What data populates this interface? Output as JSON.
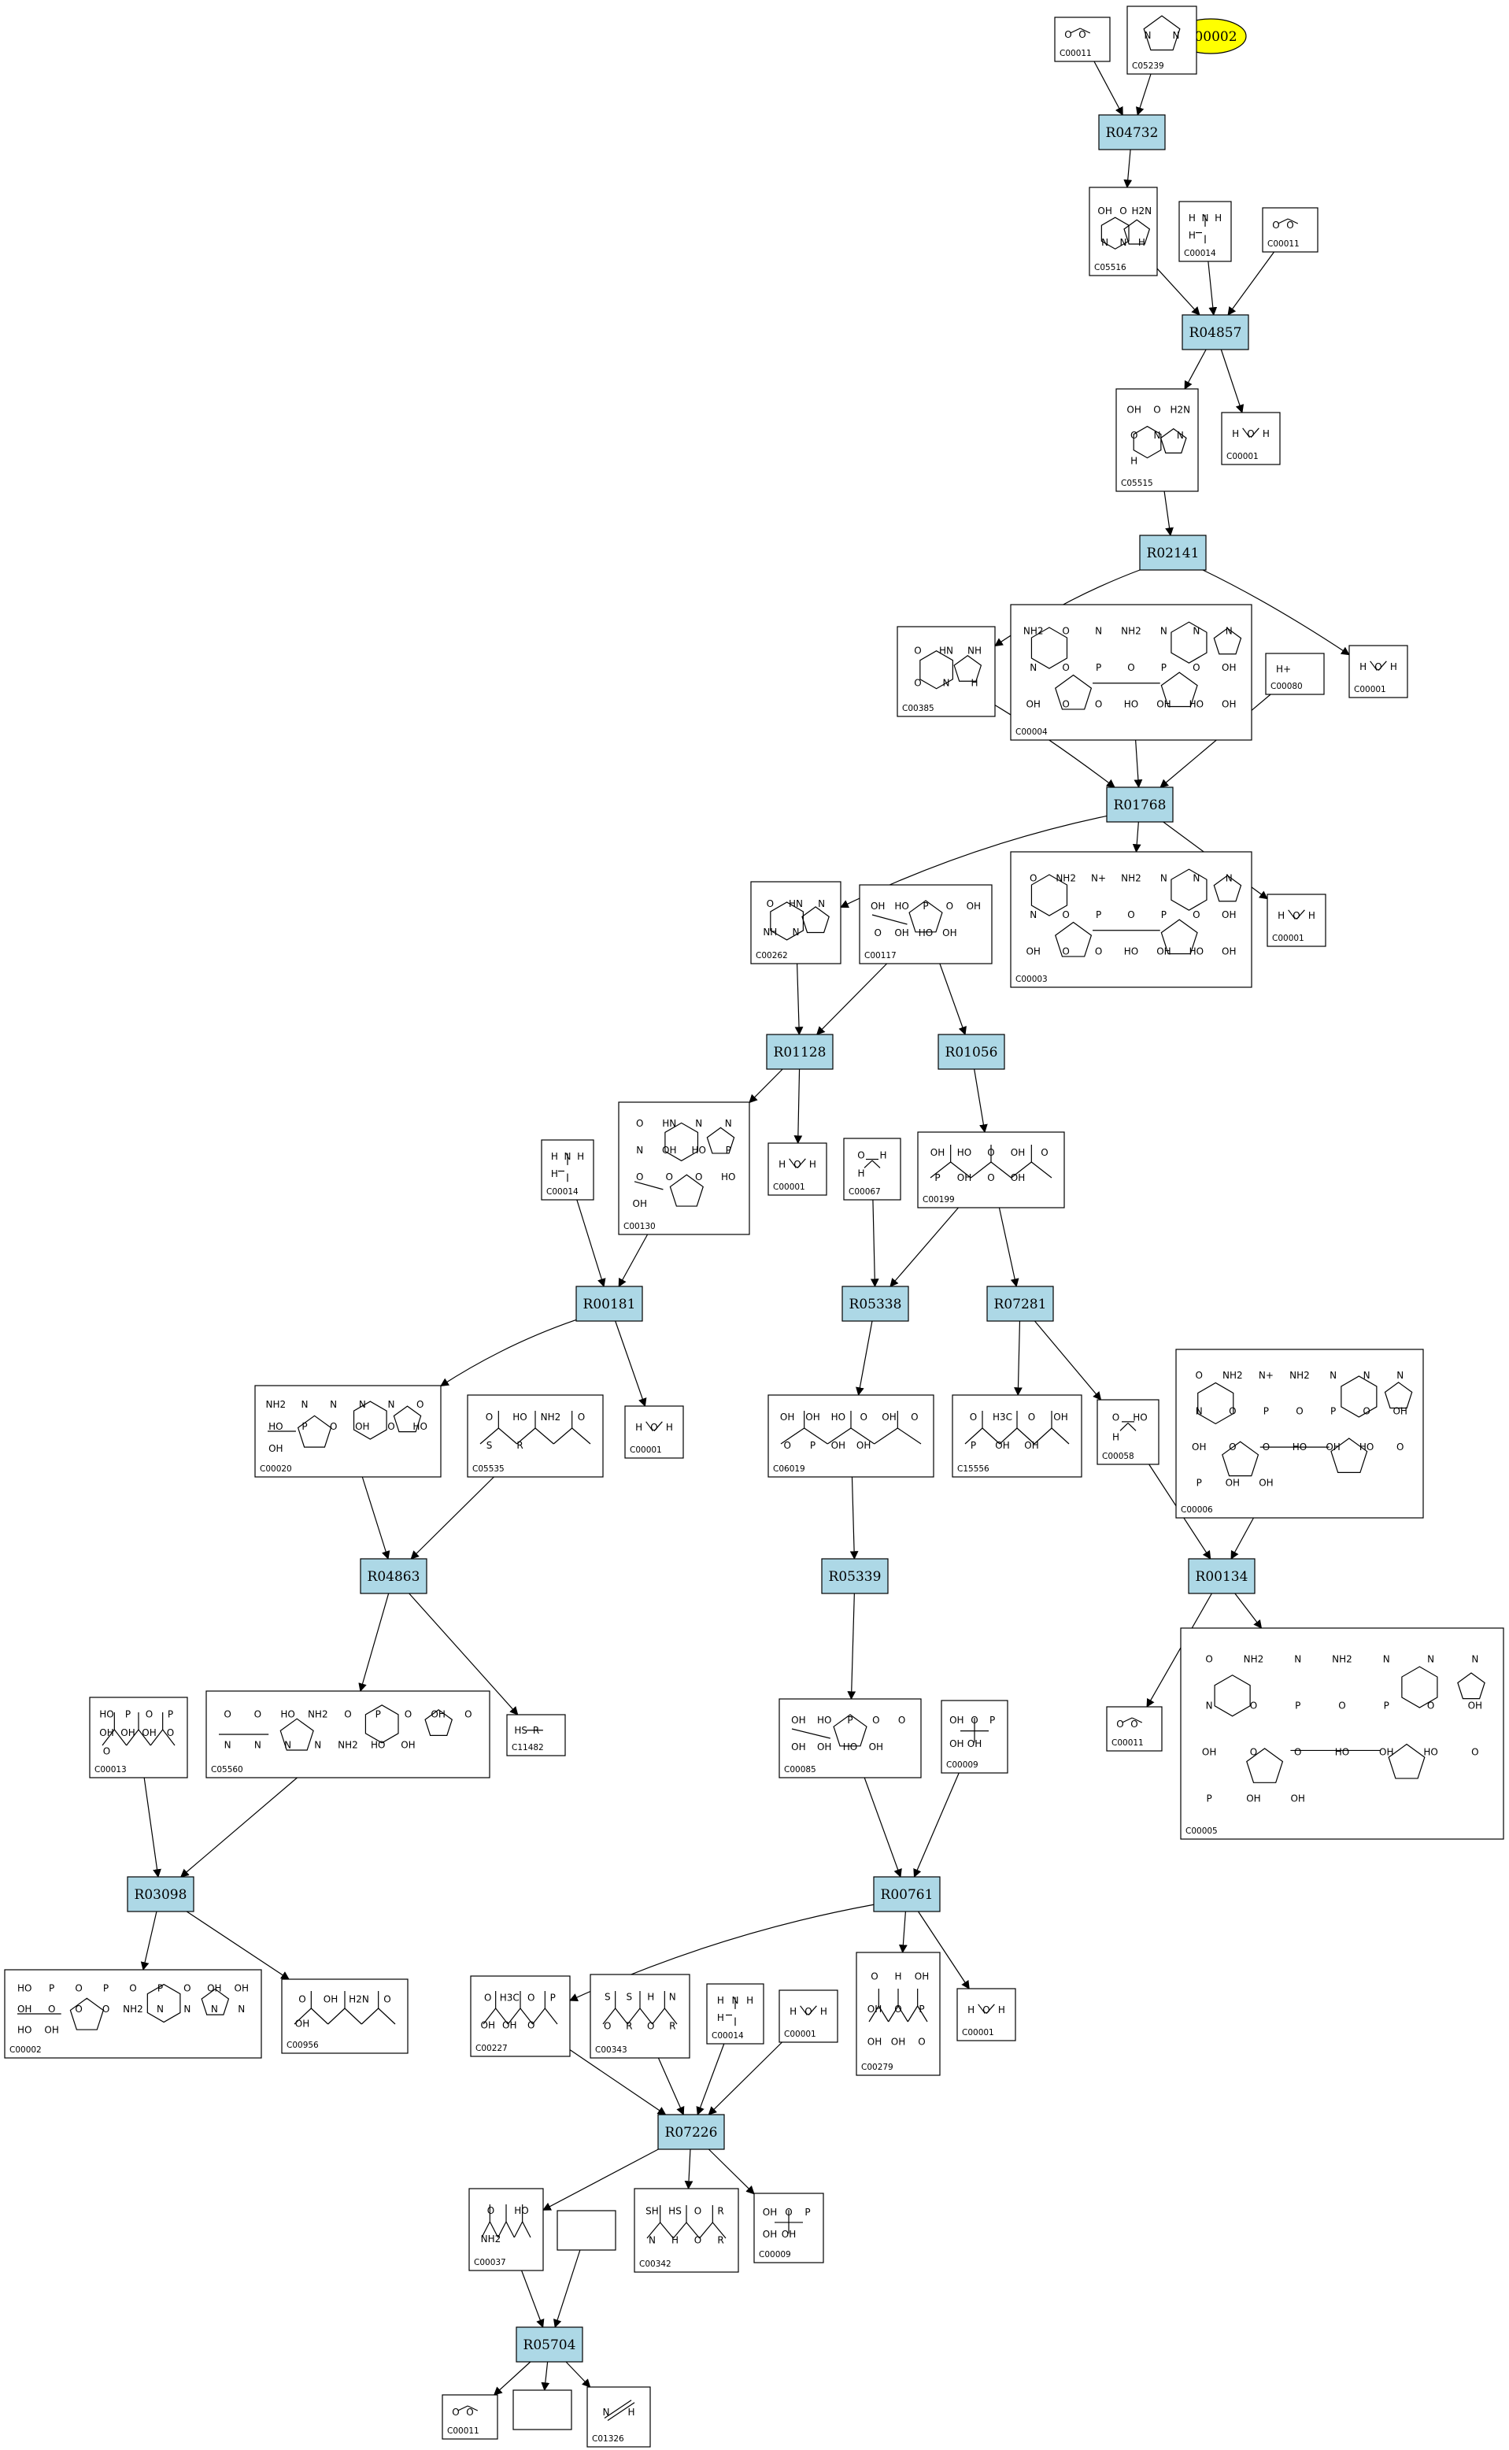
{
  "highlight": {
    "label": "C00002",
    "color": "#ffff00"
  },
  "reactions": [
    {
      "id": "R04732"
    },
    {
      "id": "R04857"
    },
    {
      "id": "R02141"
    },
    {
      "id": "R01768"
    },
    {
      "id": "R01128"
    },
    {
      "id": "R01056"
    },
    {
      "id": "R00181"
    },
    {
      "id": "R05338"
    },
    {
      "id": "R07281"
    },
    {
      "id": "R04863"
    },
    {
      "id": "R05339"
    },
    {
      "id": "R00134"
    },
    {
      "id": "R03098"
    },
    {
      "id": "R00761"
    },
    {
      "id": "R07226"
    },
    {
      "id": "R05704"
    }
  ],
  "compounds": [
    {
      "id": "C00011",
      "key": "c00011_a",
      "atoms": [
        "O",
        "O"
      ]
    },
    {
      "id": "C05239",
      "key": "c05239",
      "atoms": [
        "N",
        "N"
      ]
    },
    {
      "id": "C05516",
      "key": "c05516",
      "atoms": [
        "OH",
        "O",
        "H2N",
        "N",
        "N",
        "H"
      ]
    },
    {
      "id": "C00014",
      "key": "c00014_a",
      "atoms": [
        "H",
        "N",
        "H",
        "H"
      ]
    },
    {
      "id": "C00011",
      "key": "c00011_b",
      "atoms": [
        "O",
        "O"
      ]
    },
    {
      "id": "C05515",
      "key": "c05515",
      "atoms": [
        "OH",
        "O",
        "H2N",
        "O",
        "N",
        "N",
        "H"
      ]
    },
    {
      "id": "C00001",
      "key": "c00001_a",
      "atoms": [
        "H",
        "O",
        "H"
      ]
    },
    {
      "id": "C00385",
      "key": "c00385",
      "atoms": [
        "O",
        "HN",
        "NH",
        "O",
        "N",
        "H"
      ]
    },
    {
      "id": "C00004",
      "key": "c00004",
      "atoms": [
        "NH2",
        "O",
        "N",
        "NH2",
        "N",
        "N",
        "N",
        "N",
        "O",
        "P",
        "O",
        "P",
        "O",
        "OH",
        "OH",
        "O",
        "O",
        "HO",
        "OH",
        "HO",
        "OH"
      ]
    },
    {
      "id": "C00080",
      "key": "c00080",
      "atoms": [
        "H+"
      ]
    },
    {
      "id": "C00001",
      "key": "c00001_b",
      "atoms": [
        "H",
        "O",
        "H"
      ]
    },
    {
      "id": "C00262",
      "key": "c00262",
      "atoms": [
        "O",
        "HN",
        "N",
        "NH",
        "N"
      ]
    },
    {
      "id": "C00117",
      "key": "c00117",
      "atoms": [
        "OH",
        "HO",
        "P",
        "O",
        "OH",
        "O",
        "OH",
        "HO",
        "OH"
      ]
    },
    {
      "id": "C00003",
      "key": "c00003",
      "atoms": [
        "O",
        "NH2",
        "N+",
        "NH2",
        "N",
        "N",
        "N",
        "N",
        "O",
        "P",
        "O",
        "P",
        "O",
        "OH",
        "OH",
        "O",
        "O",
        "HO",
        "OH",
        "HO",
        "OH"
      ]
    },
    {
      "id": "C00001",
      "key": "c00001_c",
      "atoms": [
        "H",
        "O",
        "H"
      ]
    },
    {
      "id": "C00014",
      "key": "c00014_b",
      "atoms": [
        "H",
        "N",
        "H",
        "H"
      ]
    },
    {
      "id": "C00130",
      "key": "c00130",
      "atoms": [
        "O",
        "HN",
        "N",
        "N",
        "N",
        "OH",
        "HO",
        "P",
        "O",
        "O",
        "O",
        "HO",
        "OH"
      ]
    },
    {
      "id": "C00001",
      "key": "c00001_d",
      "atoms": [
        "H",
        "O",
        "H"
      ]
    },
    {
      "id": "C00067",
      "key": "c00067",
      "atoms": [
        "O",
        "H",
        "H"
      ]
    },
    {
      "id": "C00199",
      "key": "c00199",
      "atoms": [
        "OH",
        "HO",
        "O",
        "OH",
        "O",
        "P",
        "OH",
        "O",
        "OH"
      ]
    },
    {
      "id": "C00020",
      "key": "c00020",
      "atoms": [
        "NH2",
        "N",
        "N",
        "N",
        "N",
        "O",
        "HO",
        "P",
        "O",
        "OH",
        "O",
        "HO",
        "OH"
      ]
    },
    {
      "id": "C05535",
      "key": "c05535",
      "atoms": [
        "O",
        "HO",
        "NH2",
        "O",
        "S",
        "R"
      ]
    },
    {
      "id": "C00001",
      "key": "c00001_e",
      "atoms": [
        "H",
        "O",
        "H"
      ]
    },
    {
      "id": "C06019",
      "key": "c06019",
      "atoms": [
        "OH",
        "OH",
        "HO",
        "O",
        "OH",
        "O",
        "O",
        "P",
        "OH",
        "OH"
      ]
    },
    {
      "id": "C15556",
      "key": "c15556",
      "atoms": [
        "O",
        "H3C",
        "O",
        "OH",
        "P",
        "OH",
        "OH"
      ]
    },
    {
      "id": "C00058",
      "key": "c00058",
      "atoms": [
        "O",
        "HO",
        "H"
      ]
    },
    {
      "id": "C00006",
      "key": "c00006",
      "atoms": [
        "O",
        "NH2",
        "N+",
        "NH2",
        "N",
        "N",
        "N",
        "N",
        "O",
        "P",
        "O",
        "P",
        "O",
        "OH",
        "OH",
        "O",
        "O",
        "HO",
        "OH",
        "HO",
        "O",
        "P",
        "OH",
        "OH"
      ]
    },
    {
      "id": "C11482",
      "key": "c11482",
      "atoms": [
        "HS",
        "R"
      ]
    },
    {
      "id": "C00013",
      "key": "c00013",
      "atoms": [
        "HO",
        "P",
        "O",
        "P",
        "OH",
        "OH",
        "OH",
        "O",
        "O"
      ]
    },
    {
      "id": "C05560",
      "key": "c05560",
      "atoms": [
        "O",
        "O",
        "HO",
        "NH2",
        "O",
        "P",
        "O",
        "OH",
        "O",
        "N",
        "N",
        "N",
        "N",
        "NH2",
        "HO",
        "OH"
      ]
    },
    {
      "id": "C00085",
      "key": "c00085",
      "atoms": [
        "OH",
        "HO",
        "P",
        "O",
        "O",
        "OH",
        "OH",
        "HO",
        "OH"
      ]
    },
    {
      "id": "C00009",
      "key": "c00009_a",
      "atoms": [
        "OH",
        "O",
        "P",
        "OH",
        "OH"
      ]
    },
    {
      "id": "C00011",
      "key": "c00011_c",
      "atoms": [
        "O",
        "O"
      ]
    },
    {
      "id": "C00005",
      "key": "c00005",
      "atoms": [
        "O",
        "NH2",
        "N",
        "NH2",
        "N",
        "N",
        "N",
        "N",
        "O",
        "P",
        "O",
        "P",
        "O",
        "OH",
        "OH",
        "O",
        "O",
        "HO",
        "OH",
        "HO",
        "O",
        "P",
        "OH",
        "OH"
      ]
    },
    {
      "id": "C00002",
      "key": "c00002",
      "atoms": [
        "HO",
        "P",
        "O",
        "P",
        "O",
        "P",
        "O",
        "OH",
        "OH",
        "OH",
        "O",
        "O",
        "O",
        "NH2",
        "N",
        "N",
        "N",
        "N",
        "HO",
        "OH"
      ]
    },
    {
      "id": "C00956",
      "key": "c00956",
      "atoms": [
        "O",
        "OH",
        "H2N",
        "O",
        "OH"
      ]
    },
    {
      "id": "C00227",
      "key": "c00227",
      "atoms": [
        "O",
        "H3C",
        "O",
        "P",
        "OH",
        "OH",
        "O"
      ]
    },
    {
      "id": "C00343",
      "key": "c00343",
      "atoms": [
        "S",
        "S",
        "H",
        "N",
        "O",
        "R",
        "O",
        "R"
      ]
    },
    {
      "id": "C00014",
      "key": "c00014_c",
      "atoms": [
        "H",
        "N",
        "H",
        "H"
      ]
    },
    {
      "id": "C00001",
      "key": "c00001_f",
      "atoms": [
        "H",
        "O",
        "H"
      ]
    },
    {
      "id": "C00279",
      "key": "c00279",
      "atoms": [
        "O",
        "H",
        "OH",
        "OH",
        "O",
        "P",
        "OH",
        "OH",
        "O"
      ]
    },
    {
      "id": "C00001",
      "key": "c00001_g",
      "atoms": [
        "H",
        "O",
        "H"
      ]
    },
    {
      "id": "C00037",
      "key": "c00037",
      "atoms": [
        "O",
        "HO",
        "NH2"
      ]
    },
    {
      "id": "",
      "key": "blank_a",
      "atoms": []
    },
    {
      "id": "C00342",
      "key": "c00342",
      "atoms": [
        "SH",
        "HS",
        "O",
        "R",
        "N",
        "H",
        "O",
        "R"
      ]
    },
    {
      "id": "C00009",
      "key": "c00009_b",
      "atoms": [
        "OH",
        "O",
        "P",
        "OH",
        "OH"
      ]
    },
    {
      "id": "C00011",
      "key": "c00011_d",
      "atoms": [
        "O",
        "O"
      ]
    },
    {
      "id": "",
      "key": "blank_b",
      "atoms": []
    },
    {
      "id": "C01326",
      "key": "c01326",
      "atoms": [
        "N",
        "H"
      ]
    }
  ]
}
